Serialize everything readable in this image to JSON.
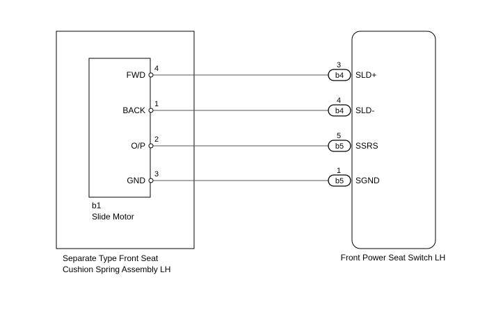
{
  "left_component": {
    "part_code": "b1",
    "part_name": "Slide Motor",
    "assembly_line1": "Separate Type Front Seat",
    "assembly_line2": "Cushion Spring Assembly LH",
    "terminals": [
      {
        "name": "FWD",
        "pin": "4"
      },
      {
        "name": "BACK",
        "pin": "1"
      },
      {
        "name": "O/P",
        "pin": "2"
      },
      {
        "name": "GND",
        "pin": "3"
      }
    ]
  },
  "right_component": {
    "name": "Front Power Seat Switch LH",
    "terminals": [
      {
        "name": "SLD+",
        "pin": "3",
        "connector": "b4"
      },
      {
        "name": "SLD-",
        "pin": "4",
        "connector": "b4"
      },
      {
        "name": "SSRS",
        "pin": "5",
        "connector": "b5"
      },
      {
        "name": "SGND",
        "pin": "1",
        "connector": "b5"
      }
    ]
  },
  "colors": {
    "line": "#000000",
    "wire": "#555555"
  }
}
